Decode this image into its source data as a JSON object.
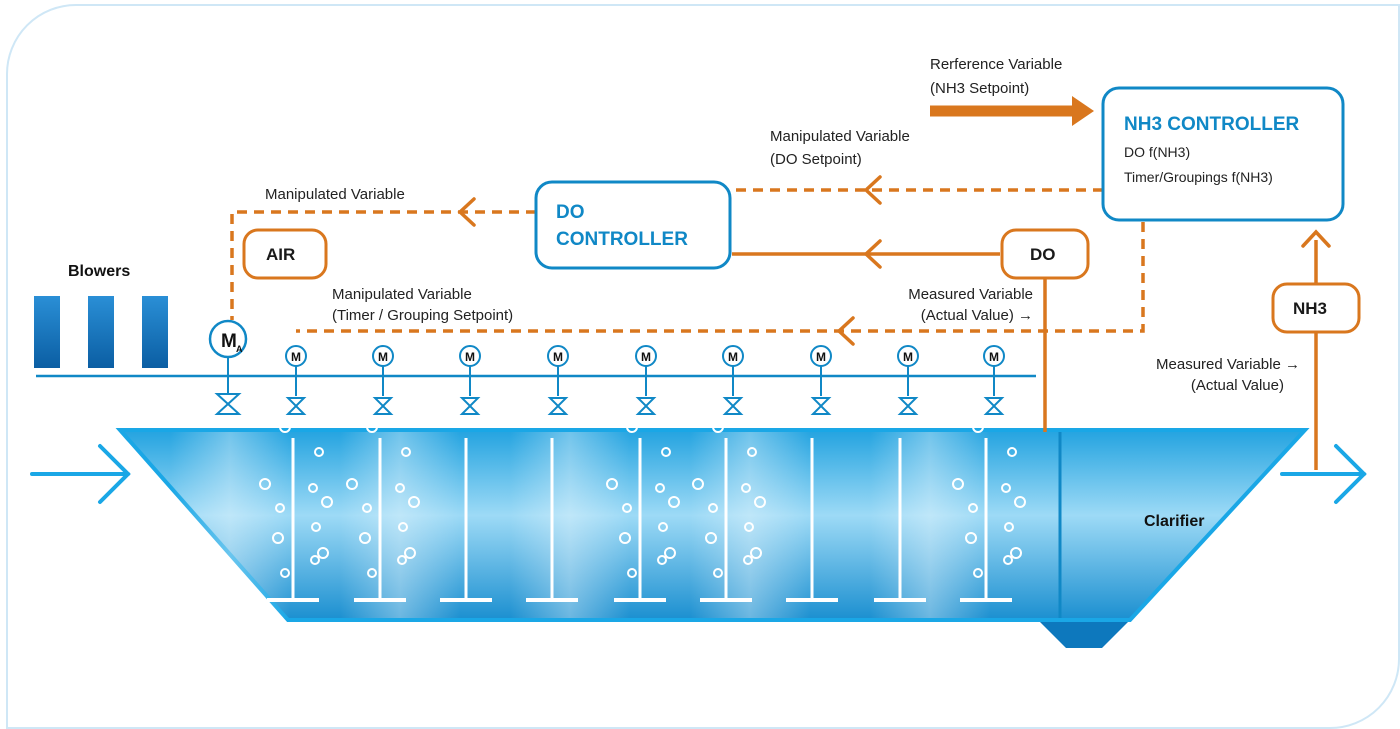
{
  "colors": {
    "process_blue": "#1aa7e6",
    "frame_blue": "#1088c6",
    "signal_orange": "#d9771e",
    "basin_light": "#8fd3f4",
    "basin_dark": "#23a3e0",
    "blower_blue": "#0d6fb8"
  },
  "labels": {
    "reference_variable_line1": "Rerference Variable",
    "reference_variable_line2": "(NH3 Setpoint)",
    "manipulated_do_line1": "Manipulated Variable",
    "manipulated_do_line2": "(DO Setpoint)",
    "manipulated_air": "Manipulated Variable",
    "manipulated_timer_line1": "Manipulated Variable",
    "manipulated_timer_line2": "(Timer / Grouping Setpoint)",
    "measured_do_line1": "Measured Variable",
    "measured_do_line2": "(Actual Value) →",
    "measured_nh3_line1": "Measured Variable →",
    "measured_nh3_line2": "(Actual Value)",
    "blowers": "Blowers",
    "clarifier": "Clarifier"
  },
  "nh3_controller": {
    "title": "NH3 CONTROLLER",
    "line1": "DO f(NH3)",
    "line2": "Timer/Groupings f(NH3)"
  },
  "do_controller": {
    "title_line1": "DO",
    "title_line2": "CONTROLLER"
  },
  "tags": {
    "air": "AIR",
    "do": "DO",
    "nh3": "NH3"
  },
  "motors": {
    "main": "M",
    "main_subscript": "A",
    "valve": "M"
  },
  "aeration_zones": [
    {
      "aerating": true
    },
    {
      "aerating": true
    },
    {
      "aerating": false
    },
    {
      "aerating": false
    },
    {
      "aerating": true
    },
    {
      "aerating": true
    },
    {
      "aerating": false
    },
    {
      "aerating": false
    },
    {
      "aerating": true
    }
  ]
}
